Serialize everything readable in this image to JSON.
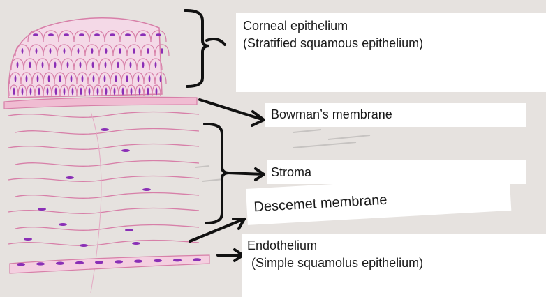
{
  "labels": {
    "corneal_epithelium": "Corneal epithelium",
    "corneal_epithelium_type": "(Stratified squamous epithelium)",
    "bowmans_membrane": "Bowman’s membrane",
    "stroma": "Stroma",
    "descemet_membrane": "Descemet membrane",
    "endothelium": "Endothelium",
    "endothelium_type": "(Simple squamolus epithelium)"
  },
  "colors": {
    "paper": "#e6e2df",
    "pencil_pink": "#d77fa8",
    "nucleus_purple": "#8a2fb6",
    "bracket_ink": "#111111",
    "box_fill": "#ffffff"
  }
}
